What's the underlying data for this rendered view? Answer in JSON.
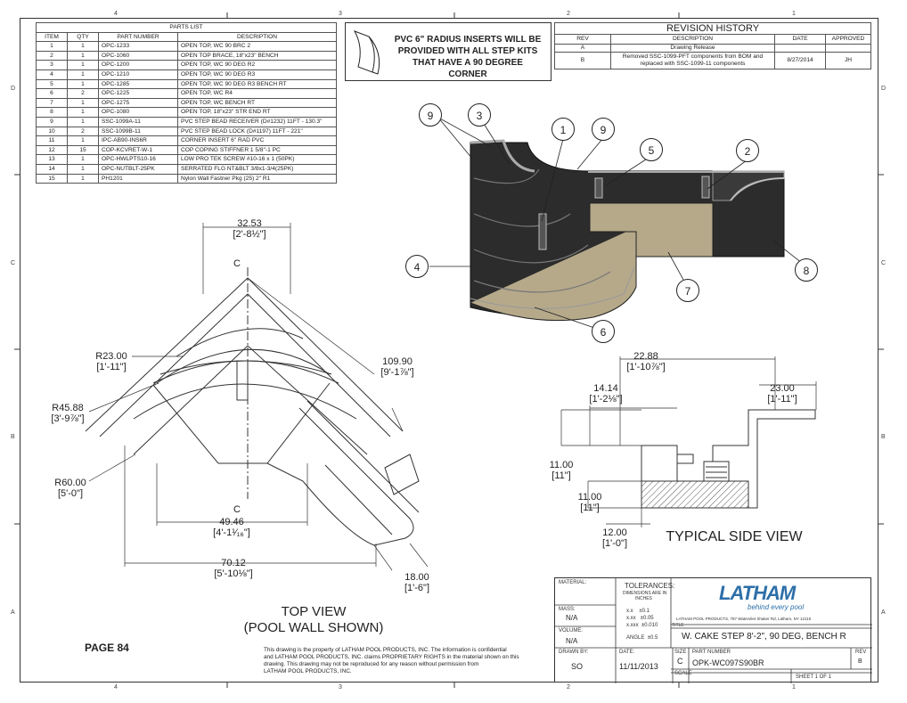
{
  "zones": {
    "top": [
      "4",
      "3",
      "2",
      "1"
    ],
    "bottom": [
      "4",
      "3",
      "2",
      "1"
    ],
    "left": [
      "D",
      "C",
      "B",
      "A"
    ],
    "right": [
      "D",
      "C",
      "B",
      "A"
    ]
  },
  "parts_list": {
    "title": "PARTS LIST",
    "headers": [
      "ITEM",
      "QTY",
      "PART NUMBER",
      "DESCRIPTION"
    ],
    "rows": [
      [
        "1",
        "1",
        "OPC-1233",
        "OPEN TOP, WC 90 BRC 2"
      ],
      [
        "2",
        "1",
        "OPC-1060",
        "OPEN TOP BRACE, 18\"x23\" BENCH"
      ],
      [
        "3",
        "1",
        "OPC-1200",
        "OPEN TOP, WC 90 DEG R2"
      ],
      [
        "4",
        "1",
        "OPC-1210",
        "OPEN TOP, WC 90 DEG R3"
      ],
      [
        "5",
        "1",
        "OPC-1285",
        "OPEN TOP, WC 90 DEG R3 BENCH RT"
      ],
      [
        "6",
        "2",
        "OPC-1225",
        "OPEN TOP, WC R4"
      ],
      [
        "7",
        "1",
        "OPC-1275",
        "OPEN TOP, WC BENCH RT"
      ],
      [
        "8",
        "1",
        "OPC-1080",
        "OPEN TOP, 18\"x23\" STR END RT"
      ],
      [
        "9",
        "1",
        "SSC-1099A-11",
        "PVC STEP BEAD RECEIVER (D#1232) 11FT - 130.3\""
      ],
      [
        "10",
        "2",
        "SSC-1099B-11",
        "PVC STEP BEAD LOCK (D#1197) 11FT - 221\""
      ],
      [
        "11",
        "1",
        "IPC-AB90-INS6R",
        "CORNER INSERT 6\" RAD PVC"
      ],
      [
        "12",
        "15",
        "COP-KCVRET-W-1",
        "COP COPING STIFFNER 1 5/8\"-1 PC"
      ],
      [
        "13",
        "1",
        "OPC-HWLPTS10-16",
        "LOW PRO TEK SCREW #10-16 x 1 (50PK)"
      ],
      [
        "14",
        "1",
        "OPC-NUTBLT-25PK",
        "SERRATED FLG NT&BLT 3/8x1-3/4(25PK)"
      ],
      [
        "15",
        "1",
        "PH1201",
        "Nylon Wall Fastner Pkg (25) 2\" R1"
      ]
    ]
  },
  "note": {
    "line1": "PVC 6\" RADIUS INSERTS WILL BE",
    "line2": "PROVIDED WITH ALL STEP KITS",
    "line3": "THAT HAVE A 90 DEGREE CORNER"
  },
  "revision_history": {
    "title": "REVISION HISTORY",
    "headers": [
      "REV",
      "DESCRIPTION",
      "DATE",
      "APPROVED"
    ],
    "rows": [
      {
        "rev": "A",
        "desc1": "Drawing Release",
        "desc2": "",
        "date": "",
        "approved": ""
      },
      {
        "rev": "B",
        "desc1": "Removed SSC-1099-PFT components from BOM and",
        "desc2": "replaced with SSC-1099-11 components",
        "date": "8/27/2014",
        "approved": "JH"
      }
    ]
  },
  "iso_callouts": [
    "9",
    "3",
    "1",
    "9",
    "5",
    "2",
    "4",
    "8",
    "7",
    "6"
  ],
  "top_view": {
    "dims": {
      "d1": "32.53",
      "d1b": "[2'-8½\"]",
      "d2": "R23.00",
      "d2b": "[1'-11\"]",
      "d3": "R45.88",
      "d3b": "[3'-9⅞\"]",
      "d4": "R60.00",
      "d4b": "[5'-0\"]",
      "d5": "109.90",
      "d5b": "[9'-1⅞\"]",
      "d6": "49.46",
      "d6b": "[4'-1¹⁄₁₆\"]",
      "d7": "70.12",
      "d7b": "[5'-10⅛\"]",
      "d8": "18.00",
      "d8b": "[1'-6\"]"
    },
    "section_mark": "C",
    "label1": "TOP VIEW",
    "label2": "(POOL WALL SHOWN)"
  },
  "side_view": {
    "dims": {
      "s1": "22.88",
      "s1b": "[1'-10⅞\"]",
      "s2": "14.14",
      "s2b": "[1'-2⅛\"]",
      "s3": "23.00",
      "s3b": "[1'-11\"]",
      "s4": "11.00",
      "s4b": "[11\"]",
      "s5": "11.00",
      "s5b": "[11\"]",
      "s6": "12.00",
      "s6b": "[1'-0\"]"
    },
    "label": "TYPICAL SIDE VIEW"
  },
  "page_label": "PAGE 84",
  "disclaimer": {
    "l1": "This drawing is the property of LATHAM POOL PRODUCTS, INC. The information is confidential",
    "l2": "and LATHAM POOL PRODUCTS, INC. claims PROPRIETARY RIGHTS in the material shown on this",
    "l3": "drawing. This drawing may not be reproduced for any reason without permission from",
    "l4": "LATHAM POOL PRODUCTS, INC."
  },
  "title_block": {
    "material_label": "MATERIAL:",
    "tolerances_label": "TOLERANCES:",
    "tol_note1": "DIMENSIONS ARE IN",
    "tol_note2": "INCHES",
    "tol1": "x.x    ±0.1",
    "tol2": "x.xx   ±0.05",
    "tol3": "x.xxx  ±0.010",
    "angle": "ANGLE  ±0.5",
    "mass_label": "MASS:",
    "mass": "N/A",
    "volume_label": "VOLUME:",
    "volume": "N/A",
    "drawn_by_label": "DRAWN BY:",
    "drawn_by": "SO",
    "date_label": "DATE:",
    "date": "11/11/2013",
    "size_label": "SIZE",
    "size": "C",
    "scale_label": "SCALE",
    "part_number_label": "PART NUMBER",
    "part_number": "OPK-WC097S90BR",
    "rev_label": "REV",
    "rev": "B",
    "sheet": "SHEET 1  OF 1",
    "title_label": "TITLE",
    "title": "W. CAKE STEP 8'-2\", 90 DEG, BENCH R",
    "logo": "LATHAM",
    "tagline": "behind every pool",
    "address": "LATHAM POOL PRODUCTS, 787 Watervliet Shaker Rd, Latham, NY 12110"
  }
}
